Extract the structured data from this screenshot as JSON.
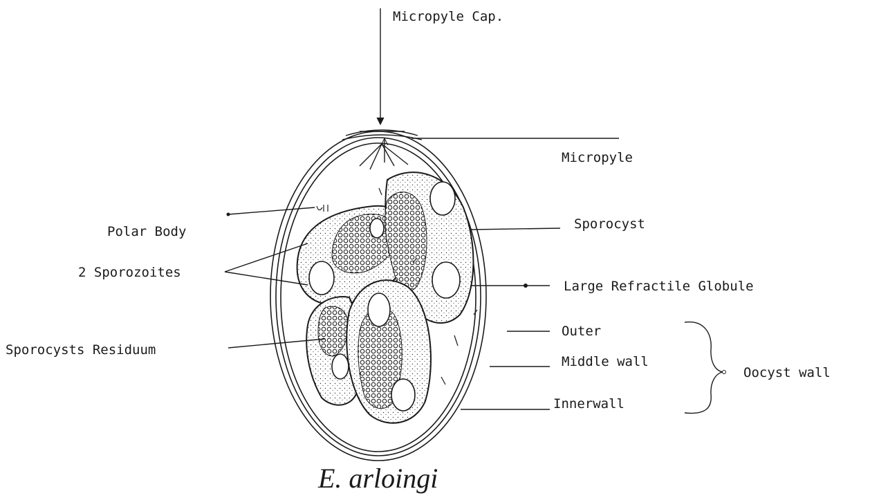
{
  "labels": {
    "micropyle_cap": "Micropyle Cap.",
    "micropyle": "Micropyle",
    "polar_body": "Polar Body",
    "sporocyst": "Sporocyst",
    "sporozoites": "2 Sporozoites",
    "large_refractile_globule": "Large Refractile Globule",
    "outer": "Outer",
    "middle_wall": "Middle wall",
    "inner_wall": "Innerwall",
    "oocyst_wall": "Oocyst wall",
    "sporocysts_residuum": "Sporocysts Residuum"
  },
  "caption": "E. arloingi"
}
